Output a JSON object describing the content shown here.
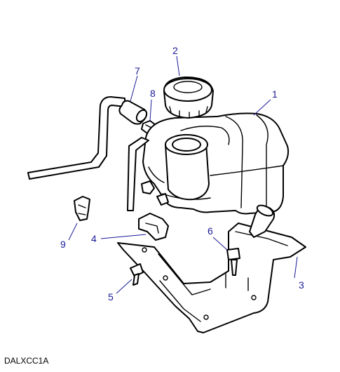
{
  "drawing_ref": "DALXCC1A",
  "colors": {
    "line": "#000000",
    "callout": "#1a1a99",
    "background": "#ffffff"
  },
  "callouts": {
    "c1": "1",
    "c2": "2",
    "c3": "3",
    "c4": "4",
    "c5": "5",
    "c6": "6",
    "c7": "7",
    "c8": "8",
    "c9": "9"
  }
}
